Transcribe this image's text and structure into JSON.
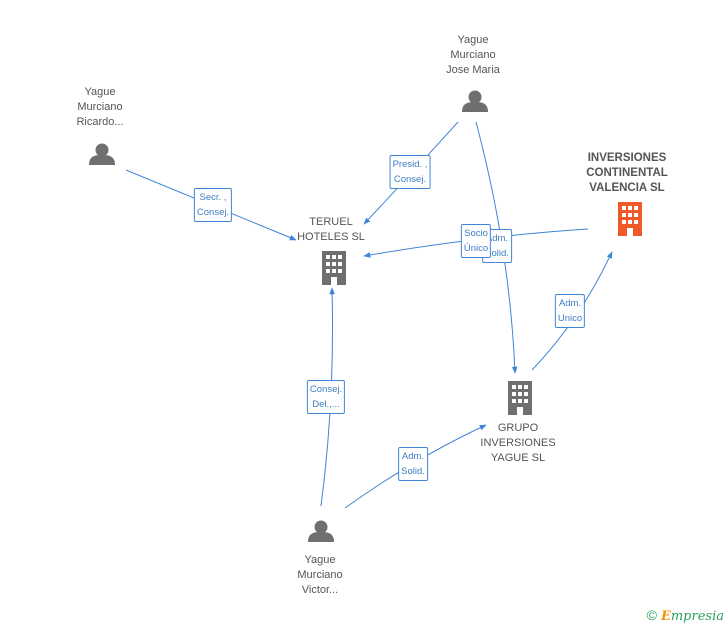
{
  "nodes": {
    "ricardo": {
      "label": "Yague\nMurciano\nRicardo...",
      "kind": "person"
    },
    "jose": {
      "label": "Yague\nMurciano\nJose Maria",
      "kind": "person"
    },
    "victor": {
      "label": "Yague\nMurciano\nVictor...",
      "kind": "person"
    },
    "teruel": {
      "label": "TERUEL\nHOTELES SL",
      "kind": "company"
    },
    "grupo": {
      "label": "GRUPO\nINVERSIONES\nYAGUE SL",
      "kind": "company"
    },
    "inversiones": {
      "label": "INVERSIONES\nCONTINENTAL\nVALENCIA SL",
      "kind": "company-highlight"
    }
  },
  "edges": {
    "ricardo_teruel": "Secr. ,\nConsej.",
    "jose_teruel": "Presid. ,\nConsej.",
    "jose_grupo": "Adm.\nSolid.",
    "inversiones_teruel": "Socio\nÚnico",
    "grupo_inversiones": "Adm.\nUnico",
    "victor_teruel": "Consej.\nDel.,...",
    "victor_grupo": "Adm.\nSolid."
  },
  "colors": {
    "edge": "#3f85d6",
    "person": "#6f6f6f",
    "company": "#6f6f6f",
    "highlight": "#f05a28"
  },
  "footer": {
    "copyright": "©",
    "brand_first": "E",
    "brand_rest": "mpresia"
  }
}
